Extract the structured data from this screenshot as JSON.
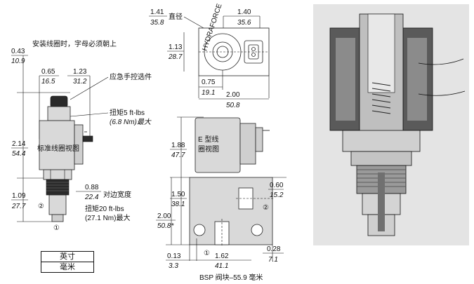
{
  "units": {
    "inch": "英寸",
    "mm": "毫米"
  },
  "left_view": {
    "note_install": "安装线圈时，字母必须朝上",
    "note_manual": "应急手控选件",
    "torque1_line1": "扭矩5 ft-lbs",
    "torque1_line2": "(6.8 Nm)最大",
    "coil_label": "标准线圈视图",
    "flat_label": "对边宽度",
    "torque2_line1": "扭矩20 ft-lbs",
    "torque2_line2": "(27.1 Nm)最大",
    "d_043": "0.43",
    "d_109": "10.9",
    "d_065": "0.65",
    "d_165": "16.5",
    "d_123": "1.23",
    "d_312": "31.2",
    "d_214": "2.14",
    "d_544": "54.4",
    "d_109b": "1.09",
    "d_277": "27.7",
    "d_088": "0.88",
    "d_224": "22.4",
    "port2": "②",
    "port1": "①"
  },
  "top_view": {
    "d_141": "1.41",
    "d_358": "35.8",
    "dia_label": "直径",
    "d_140": "1.40",
    "d_356": "35.6",
    "d_113": "1.13",
    "d_287": "28.7",
    "d_075": "0.75",
    "d_191": "19.1",
    "d_200": "2.00",
    "d_508": "50.8",
    "ring_text": "HYDRAFORCE"
  },
  "front_view": {
    "coil_label_1": "E 型线",
    "coil_label_2": "圈视图",
    "d_188": "1.88",
    "d_477": "47.7",
    "d_150": "1.50",
    "d_381": "38.1",
    "d_200": "2.00",
    "d_508s": "50.8*",
    "d_060": "0.60",
    "d_152": "15.2",
    "d_013": "0.13",
    "d_33": "3.3",
    "d_162": "1.62",
    "d_411": "41.1",
    "d_028": "0.28",
    "d_71": "7.1",
    "port2": "②",
    "port1": "①",
    "caption": "BSP 阀块–55.9 毫米"
  }
}
